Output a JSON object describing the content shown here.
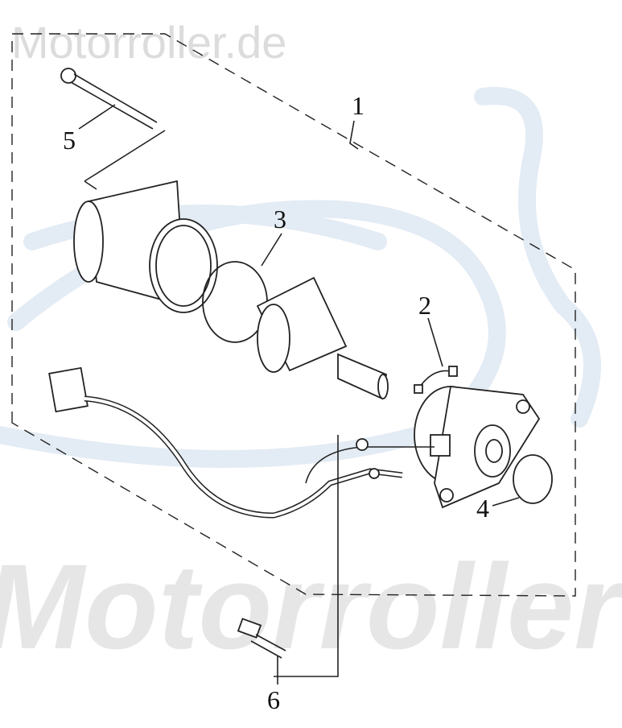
{
  "watermark": {
    "top_text": "Motorroller.de",
    "bottom_text": "Motorroller",
    "color": "#dcdcdc",
    "logo_color": "#e3ebf4"
  },
  "labels": [
    {
      "id": "1",
      "text": "1"
    },
    {
      "id": "2",
      "text": "2"
    },
    {
      "id": "3",
      "text": "3"
    },
    {
      "id": "4",
      "text": "4"
    },
    {
      "id": "5",
      "text": "5"
    },
    {
      "id": "6",
      "text": "6"
    }
  ]
}
